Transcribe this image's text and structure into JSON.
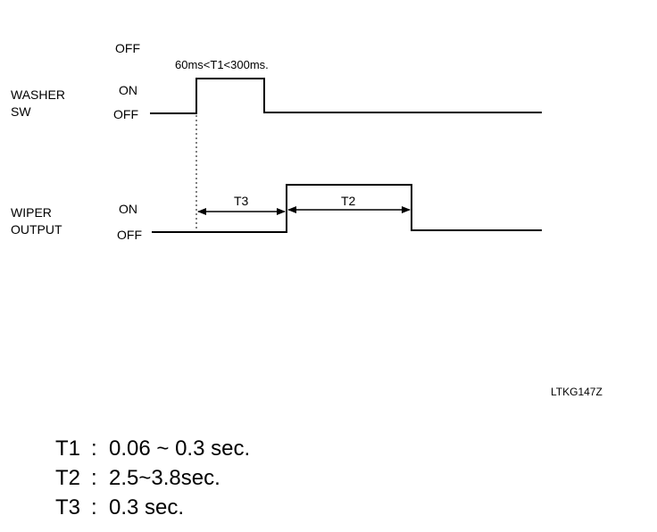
{
  "diagram": {
    "washer_label": [
      "WASHER",
      "SW"
    ],
    "wiper_label": [
      "WIPER",
      "OUTPUT"
    ],
    "washer_off_top": "OFF",
    "washer_on": "ON",
    "washer_off": "OFF",
    "wiper_on": "ON",
    "wiper_off": "OFF",
    "t1_note": "60ms<T1<300ms.",
    "t3_label": "T3",
    "t2_label": "T2",
    "figure_code": "LTKG147Z",
    "line_color": "#000000"
  },
  "legend": [
    {
      "key": "T1",
      "sep": ":",
      "value": "0.06 ~ 0.3 sec."
    },
    {
      "key": "T2",
      "sep": ":",
      "value": "2.5~3.8sec."
    },
    {
      "key": "T3",
      "sep": ":",
      "value": "0.3 sec."
    }
  ]
}
